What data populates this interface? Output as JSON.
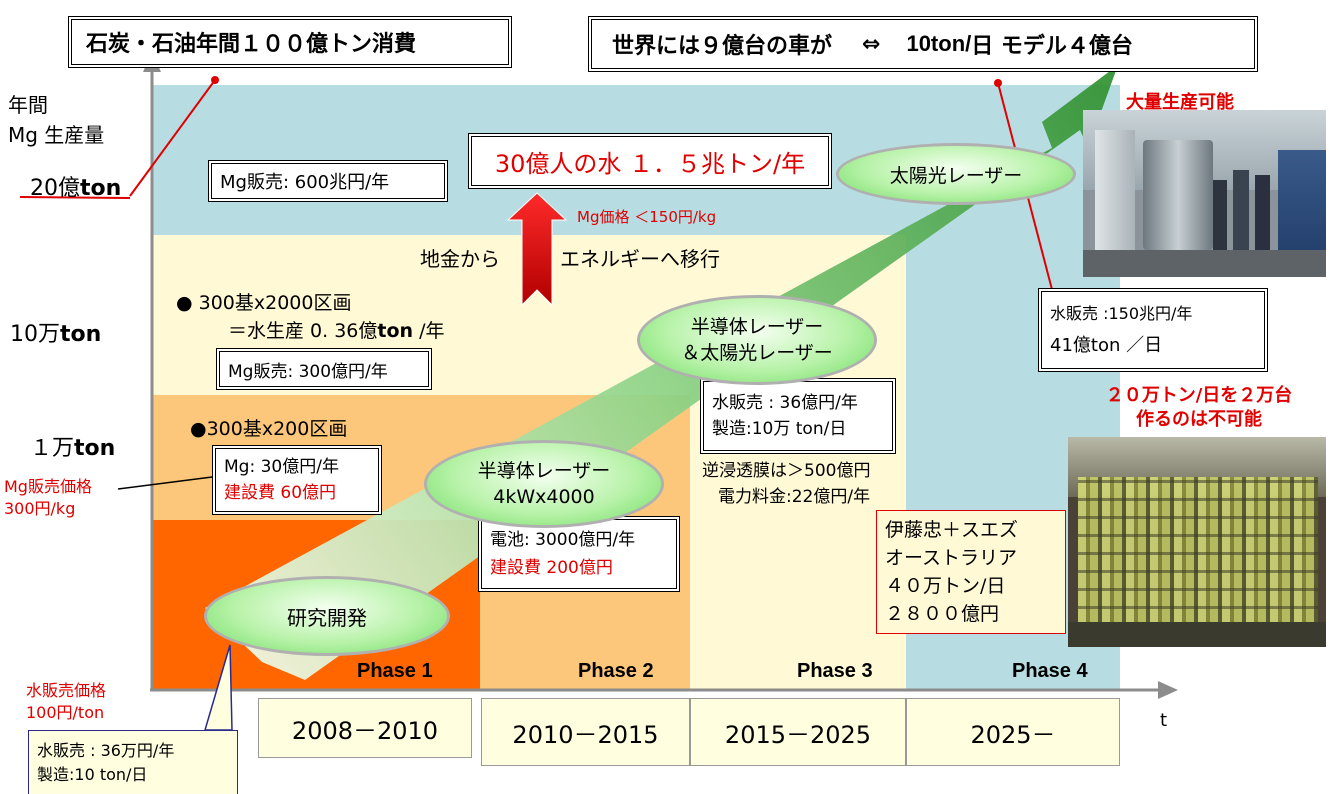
{
  "top_boxes": {
    "left": "石炭・石油年間１００億トン消費",
    "right_a": "世界には９億台の車が",
    "right_arrow": "⇔",
    "right_b": "10ton/",
    "right_c": "日 モデル４億台"
  },
  "y_axis": {
    "title_line1": "年間",
    "title_line2": "Mg 生産量",
    "tick_top_num": "20億",
    "tick_top_unit": "ton",
    "tick_mid_num": "10万",
    "tick_mid_unit": "ton",
    "tick_low_num": "１万",
    "tick_low_unit": "ton",
    "price_mg_line1": "Mg販売価格",
    "price_mg_line2": "300円/kg",
    "price_water_line1": "水販売価格",
    "price_water_line2": "100円/ton"
  },
  "x_axis": {
    "label": "t"
  },
  "phases": [
    "Phase 1",
    "Phase 2",
    "Phase 3",
    "Phase 4"
  ],
  "periods": [
    "2008－2010",
    "2010－2015",
    "2015－2025",
    "2025－"
  ],
  "boxes": {
    "mg_600": "Mg販売: 600兆円/年",
    "water_30": "30億人の水 １．５兆トン/年",
    "mg_price": "Mg価格 ＜150円/kg",
    "jikin": "地金から",
    "energy": "エネルギーへ移行",
    "dot300_2000": "● 300基x2000区画",
    "water_prod": "＝水生産 0. 36億",
    "water_prod_unit": "ton",
    "water_prod_tail": " /年",
    "mg_300": "Mg販売: 300億円/年",
    "dot300_200": "●300基x200区画",
    "mg_30": "Mg: 30億円/年",
    "build_60": "建設費 60億円",
    "battery": "電池: 3000億円/年",
    "build_200": "建設費 200億円",
    "water_36_line1": "水販売 : 36億円/年",
    "water_36_line2": "製造:10万 ton/日",
    "ro_line1": "逆浸透膜は＞500億円",
    "ro_line2": "電力料金:22億円/年",
    "itochu_line1": "伊藤忠＋スエズ",
    "itochu_line2": "オーストラリア",
    "itochu_line3": "４０万トン/日",
    "itochu_line4": "２８００億円",
    "water_150_line1": "水販売 :150兆円/年",
    "water_150_line2": "41億ton ／日",
    "callout_line1": "水販売 : 36万円/年",
    "callout_line2": "製造:10 ton/日"
  },
  "ovals": {
    "research": "研究開発",
    "semi_line1": "半導体レーザー",
    "semi_line2": "4kWx4000",
    "semi_solar_line1": "半導体レーザー",
    "semi_solar_line2": "＆太陽光レーザー",
    "solar": "太陽光レーザー"
  },
  "right_notes": {
    "mass": "大量生産可能",
    "impossible_line1": "２０万トン/日を２万台",
    "impossible_line2": "作るのは不可能"
  },
  "colors": {
    "phase1": "#ff6600",
    "phase2": "#fcc77a",
    "phase3": "#fff9d6",
    "phase4": "#b7dde3",
    "arrow_green": "#3fa23f",
    "accent_red": "#e00000"
  }
}
